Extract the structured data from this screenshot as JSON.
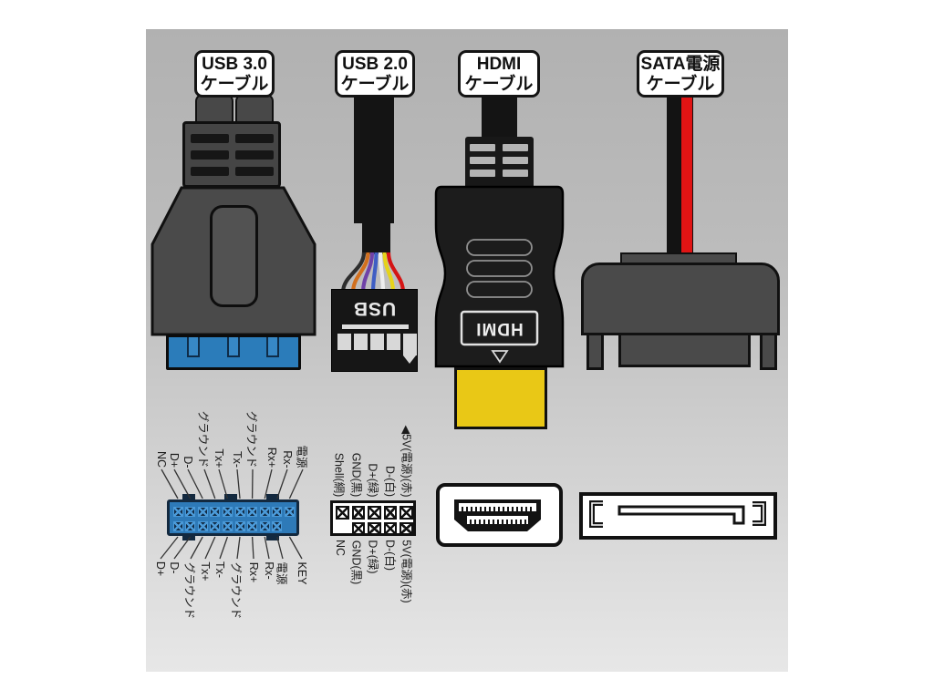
{
  "cable_labels": [
    {
      "id": "usb3",
      "line1": "USB 3.0",
      "line2": "ケーブル"
    },
    {
      "id": "usb2",
      "line1": "USB 2.0",
      "line2": "ケーブル"
    },
    {
      "id": "hdmi",
      "line1": "HDMI",
      "line2": "ケーブル"
    },
    {
      "id": "sata",
      "line1": "SATA電源",
      "line2": "ケーブル"
    }
  ],
  "plug_texts": {
    "usb2": "USB",
    "hdmi": "HDMI"
  },
  "usb3_pinout": {
    "top_labels": [
      "NC",
      "D+",
      "D-",
      "グラウンド",
      "Tx+",
      "Tx-",
      "グラウンド",
      "Rx+",
      "Rx-",
      "電源"
    ],
    "bottom_labels": [
      "D+",
      "D-",
      "グラウンド",
      "Tx+",
      "Tx-",
      "グラウンド",
      "Rx+",
      "Rx-",
      "電源",
      "KEY"
    ]
  },
  "usb2_pinout": {
    "top_labels": [
      "Shell(網)",
      "GND(黒)",
      "D+(緑)",
      "D-(白)",
      "◀5V(電源)(赤)"
    ],
    "bottom_labels": [
      "NC",
      "GND(黒)",
      "D+(緑)",
      "D-(白)",
      "5V(電源)(赤)"
    ]
  },
  "wire_colors": [
    "#2e2e2e",
    "#d2701e",
    "#6f42a8",
    "#3f5ec4",
    "#ededed",
    "#e6d319",
    "#d41414"
  ],
  "colors": {
    "usb3_header_blue": "#2e7ab8",
    "usb3_plug_blue": "#2b7cba",
    "hdmi_tip_gold": "#e9c816",
    "sata_wire_red": "#e01414",
    "connector_gray": "#4a4a4a",
    "cable_black": "#141414"
  }
}
